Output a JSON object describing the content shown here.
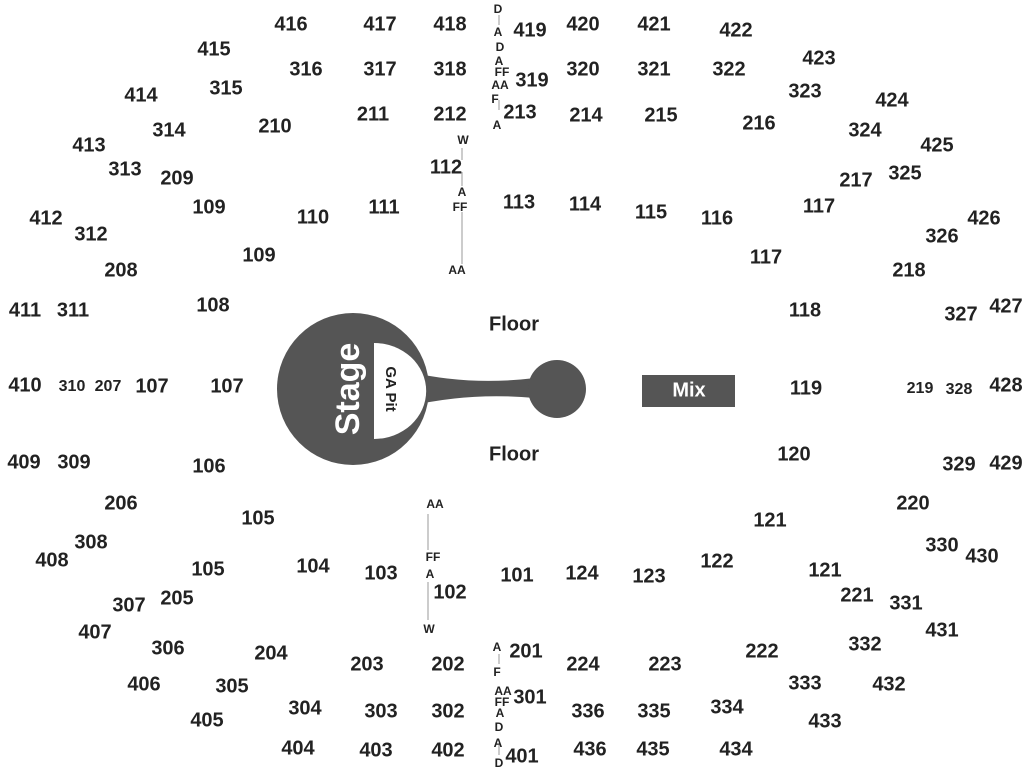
{
  "colors": {
    "text": "#222222",
    "stage": "#555555",
    "mix": "#555555",
    "pit": "#ffffff",
    "line": "#999999"
  },
  "stage": {
    "label": "Stage",
    "pit_label": "GA Pit"
  },
  "floor_labels": [
    "Floor",
    "Floor"
  ],
  "mix_label": "Mix",
  "sections": [
    "416",
    "417",
    "418",
    "419",
    "420",
    "421",
    "422",
    "415",
    "316",
    "317",
    "318",
    "319",
    "320",
    "321",
    "322",
    "423",
    "414",
    "315",
    "323",
    "424",
    "413",
    "314",
    "210",
    "211",
    "212",
    "213",
    "214",
    "215",
    "216",
    "324",
    "425",
    "313",
    "209",
    "112",
    "217",
    "325",
    "412",
    "109",
    "110",
    "111",
    "113",
    "114",
    "115",
    "116",
    "117",
    "426",
    "312",
    "326",
    "109",
    "117",
    "208",
    "218",
    "411",
    "311",
    "108",
    "118",
    "327",
    "427",
    "410",
    "310",
    "207",
    "107",
    "107",
    "119",
    "219",
    "328",
    "428",
    "409",
    "309",
    "106",
    "120",
    "329",
    "429",
    "206",
    "220",
    "105",
    "121",
    "408",
    "308",
    "330",
    "430",
    "105",
    "104",
    "103",
    "101",
    "124",
    "123",
    "122",
    "121",
    "307",
    "205",
    "102",
    "221",
    "331",
    "407",
    "431",
    "306",
    "204",
    "332",
    "406",
    "305",
    "201",
    "222",
    "333",
    "432",
    "203",
    "202",
    "224",
    "223",
    "405",
    "301",
    "433",
    "304",
    "303",
    "302",
    "336",
    "335",
    "334",
    "404",
    "403",
    "402",
    "401",
    "436",
    "435",
    "434"
  ],
  "rows": [
    "D",
    "A",
    "D",
    "A",
    "FF",
    "AA",
    "F",
    "A",
    "W",
    "A",
    "FF",
    "AA",
    "AA",
    "FF",
    "A",
    "W",
    "A",
    "F",
    "AA",
    "FF",
    "A",
    "D",
    "A",
    "D"
  ]
}
